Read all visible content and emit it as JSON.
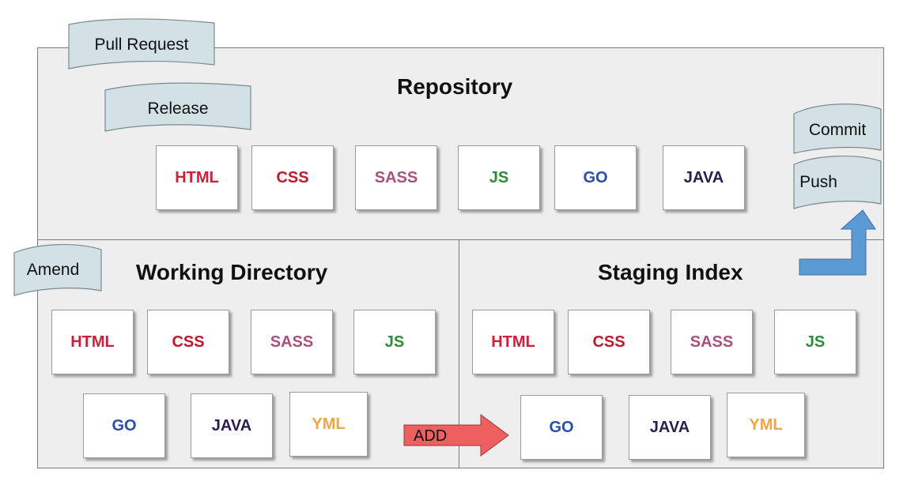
{
  "repository": {
    "title": "Repository",
    "files": [
      {
        "label": "HTML",
        "color": "#cc1f3a"
      },
      {
        "label": "CSS",
        "color": "#c0182b"
      },
      {
        "label": "SASS",
        "color": "#a6527c"
      },
      {
        "label": "JS",
        "color": "#2e8b3a"
      },
      {
        "label": "GO",
        "color": "#2a4fa8"
      },
      {
        "label": "JAVA",
        "color": "#2b1d4e"
      }
    ]
  },
  "working_directory": {
    "title": "Working Directory",
    "files": [
      {
        "label": "HTML",
        "color": "#cc1f3a"
      },
      {
        "label": "CSS",
        "color": "#c0182b"
      },
      {
        "label": "SASS",
        "color": "#a6527c"
      },
      {
        "label": "JS",
        "color": "#2e8b3a"
      },
      {
        "label": "GO",
        "color": "#2a4fa8"
      },
      {
        "label": "JAVA",
        "color": "#2b1d4e"
      },
      {
        "label": "YML",
        "color": "#f0a644"
      }
    ]
  },
  "staging_index": {
    "title": "Staging Index",
    "files": [
      {
        "label": "HTML",
        "color": "#cc1f3a"
      },
      {
        "label": "CSS",
        "color": "#c0182b"
      },
      {
        "label": "SASS",
        "color": "#a6527c"
      },
      {
        "label": "JS",
        "color": "#2e8b3a"
      },
      {
        "label": "GO",
        "color": "#2a4fa8"
      },
      {
        "label": "JAVA",
        "color": "#2b1d4e"
      },
      {
        "label": "YML",
        "color": "#f0a644"
      }
    ]
  },
  "tags": {
    "pull_request": "Pull Request",
    "release": "Release",
    "commit": "Commit",
    "push": "Push",
    "amend": "Amend"
  },
  "arrows": {
    "add_label": "ADD",
    "add_color": "#ee5f5f",
    "push_color": "#5b9bd5"
  },
  "colors": {
    "panel_bg": "#eeeeee",
    "tag_fill": "#d2e1e6"
  }
}
